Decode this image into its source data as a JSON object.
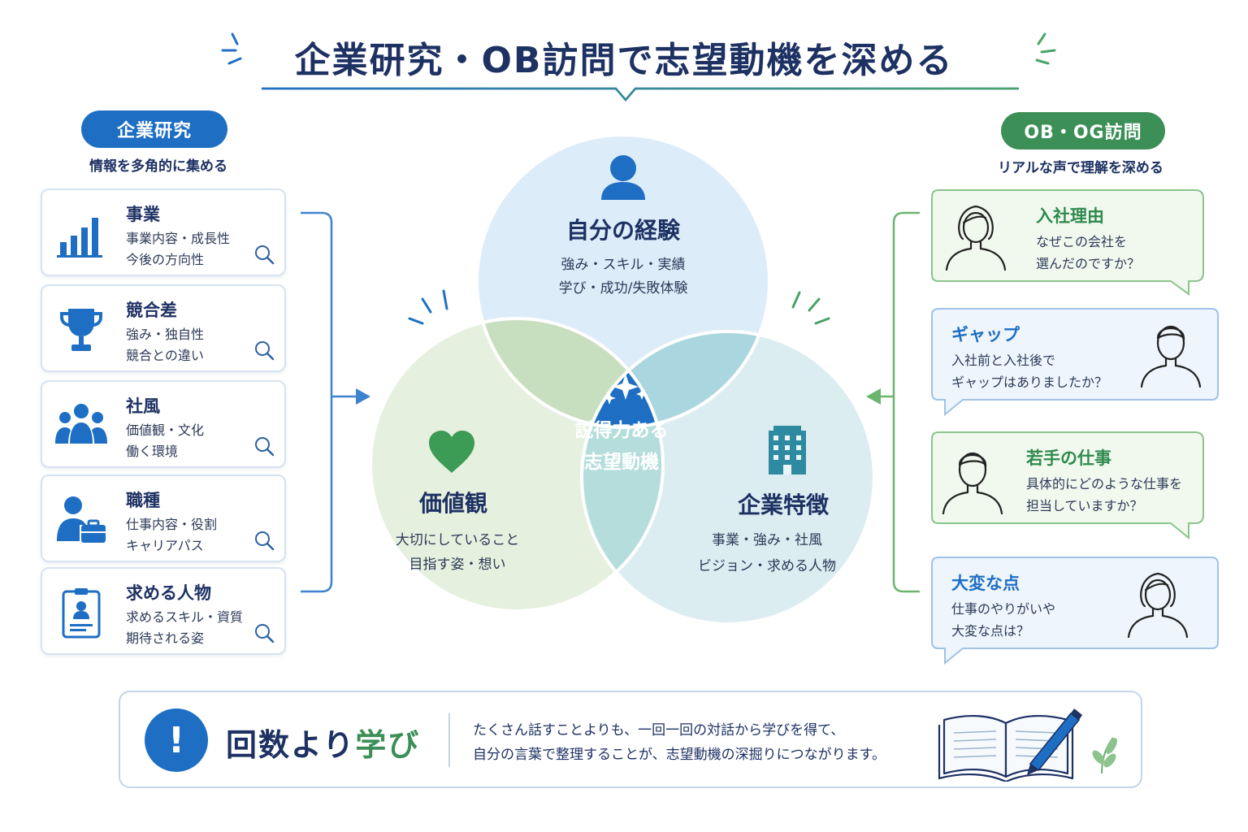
{
  "title": "企業研究・OB訪問で志望動機を深める",
  "left": {
    "header": "企業研究",
    "subheader": "情報を多角的に集める",
    "cards": [
      {
        "title": "事業",
        "line1": "事業内容・成長性",
        "line2": "今後の方向性",
        "icon": "bar-chart-icon"
      },
      {
        "title": "競合差",
        "line1": "強み・独自性",
        "line2": "競合との違い",
        "icon": "trophy-icon"
      },
      {
        "title": "社風",
        "line1": "価値観・文化",
        "line2": "働く環境",
        "icon": "people-group-icon"
      },
      {
        "title": "職種",
        "line1": "仕事内容・役割",
        "line2": "キャリアパス",
        "icon": "person-briefcase-icon"
      },
      {
        "title": "求める人物",
        "line1": "求めるスキル・資質",
        "line2": "期待される姿",
        "icon": "id-clipboard-icon"
      }
    ]
  },
  "right": {
    "header": "OB・OG訪問",
    "subheader": "リアルな声で理解を深める",
    "cards": [
      {
        "title": "入社理由",
        "line1": "なぜこの会社を",
        "line2": "選んだのですか？",
        "icon": "woman-avatar-icon"
      },
      {
        "title": "ギャップ",
        "line1": "入社前と入社後で",
        "line2": "ギャップはありましたか？",
        "icon": "man-avatar-icon"
      },
      {
        "title": "若手の仕事",
        "line1": "具体的にどのような仕事を",
        "line2": "担当していますか？",
        "icon": "man-avatar-icon"
      },
      {
        "title": "大変な点",
        "line1": "仕事のやりがいや",
        "line2": "大変な点は？",
        "icon": "woman-avatar-icon"
      }
    ]
  },
  "venn": {
    "top": {
      "title": "自分の経験",
      "line1": "強み・スキル・実績",
      "line2": "学び・成功/失敗体験",
      "icon": "person-icon"
    },
    "left": {
      "title": "価値観",
      "line1": "大切にしていること",
      "line2": "目指す姿・想い",
      "icon": "heart-icon"
    },
    "right": {
      "title": "企業特徴",
      "line1": "事業・強み・社風",
      "line2": "ビジョン・求める人物",
      "icon": "building-icon"
    },
    "center": {
      "line1": "説得力ある",
      "line2": "志望動機",
      "icon": "sparkle-icon"
    }
  },
  "bottom": {
    "head_part1": "回数より",
    "head_part2": "学び",
    "line1": "たくさん話すことよりも、一回一回の対話から学びを得て、",
    "line2": "自分の言葉で整理することが、志望動機の深掘りにつながります。",
    "icon": "exclamation-icon"
  },
  "colors": {
    "navy": "#1d3163",
    "blue": "#1e6fc4",
    "green": "#3c8f57",
    "circle_top": "#ddecf9",
    "circle_left": "#e6f0df",
    "circle_right": "#dcedf2"
  }
}
